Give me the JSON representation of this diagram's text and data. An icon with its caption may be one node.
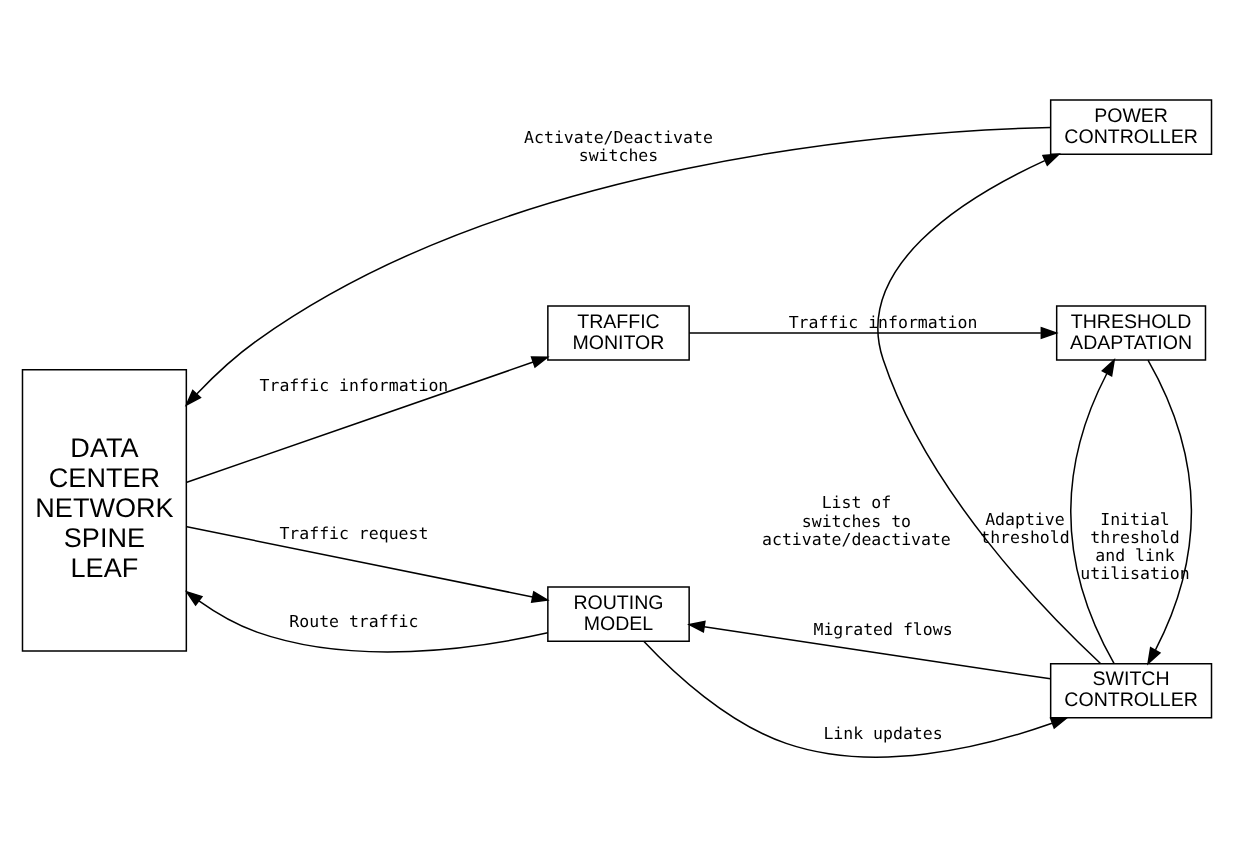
{
  "diagram": {
    "nodes": [
      {
        "text": [
          "POWER CONTROLLER"
        ]
      },
      {
        "text": [
          "DATA CENTER NETWORK SPINE LEAF"
        ]
      },
      {
        "text": [
          "ROUTING MODEL"
        ]
      },
      {
        "text": [
          "SWITCH CONTROLLER"
        ]
      },
      {
        "text": [
          "TRAFFIC MONITOR"
        ]
      },
      {
        "text": [
          "THRESHOLD ADAPTATION"
        ]
      }
    ],
    "edges": [
      {
        "from": 0,
        "to": 1,
        "arrow": "to",
        "label": "Activate/Deactivate switches"
      },
      {
        "from": 3,
        "to": 0,
        "arrow": "to",
        "label": "List of switches to activate/deactivate"
      },
      {
        "from": 1,
        "to": 2,
        "arrow": "to",
        "label": "Traffic request"
      },
      {
        "from": 2,
        "to": 1,
        "arrow": "to",
        "label": "Route traffic"
      },
      {
        "from": 2,
        "to": 3,
        "arrow": "to",
        "label": "Link updates"
      },
      {
        "from": 3,
        "to": 2,
        "arrow": "to",
        "label": "Migrated flows"
      },
      {
        "from": 5,
        "to": 3,
        "arrow": "to",
        "label": "Initial threshold and link utilisation"
      },
      {
        "from": 3,
        "to": 5,
        "arrow": "to",
        "label": "Adaptive threshold"
      },
      {
        "from": 1,
        "to": 4,
        "arrow": "to",
        "label": "Traffic information"
      },
      {
        "from": 4,
        "to": 5,
        "arrow": "to",
        "label": "Traffic information"
      }
    ]
  }
}
